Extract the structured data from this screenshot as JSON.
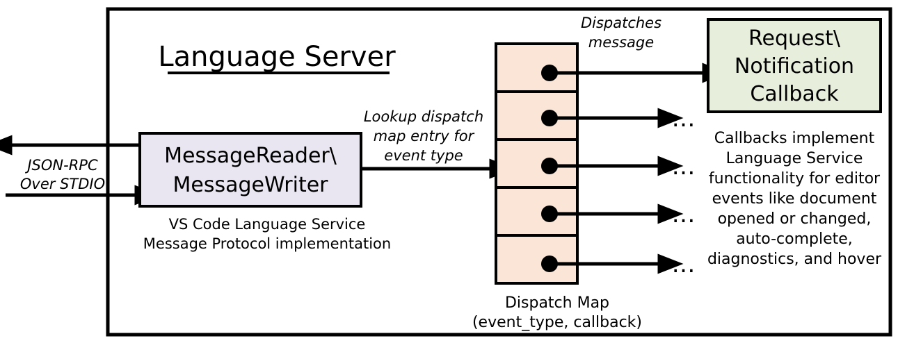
{
  "diagram": {
    "type": "architecture-flow",
    "title": "Language Server",
    "outer_container": {
      "label": "Language Server",
      "underlined": true,
      "border_color": "#000000",
      "fill": "#FFFFFF"
    },
    "external_io": {
      "label_line1": "JSON-RPC",
      "label_line2": "Over STDIO",
      "outbound_arrow_direction": "left",
      "inbound_arrow_direction": "right"
    },
    "message_box": {
      "line1": "MessageReader\\",
      "line2": "MessageWriter",
      "fill": "#E9E5F1",
      "border": "#000000",
      "caption_line1": "VS Code Language Service",
      "caption_line2": "Message Protocol implementation"
    },
    "lookup_label": {
      "line1": "Lookup dispatch",
      "line2": "map entry for",
      "line3": "event type"
    },
    "dispatch_map": {
      "caption_line1": "Dispatch Map",
      "caption_line2": "(event_type, callback)",
      "fill": "#FBE5D6",
      "border": "#000000",
      "row_count": 5,
      "rows": [
        {
          "index": 0,
          "marker": "callback-dot",
          "target": "Request\\Notification Callback"
        },
        {
          "index": 1,
          "marker": "callback-dot",
          "target": "…"
        },
        {
          "index": 2,
          "marker": "callback-dot",
          "target": "…"
        },
        {
          "index": 3,
          "marker": "callback-dot",
          "target": "…"
        },
        {
          "index": 4,
          "marker": "callback-dot",
          "target": "…"
        }
      ],
      "ellipsis": "…"
    },
    "dispatch_label": {
      "line1": "Dispatches",
      "line2": "message"
    },
    "callback_box": {
      "line1": "Request\\",
      "line2": "Notification",
      "line3": "Callback",
      "fill": "#E7EEDC",
      "border": "#000000",
      "caption": [
        "Callbacks implement",
        "Language Service",
        "functionality for editor",
        "events like document",
        "opened or changed,",
        "auto-complete,",
        "diagnostics, and hover"
      ]
    }
  }
}
